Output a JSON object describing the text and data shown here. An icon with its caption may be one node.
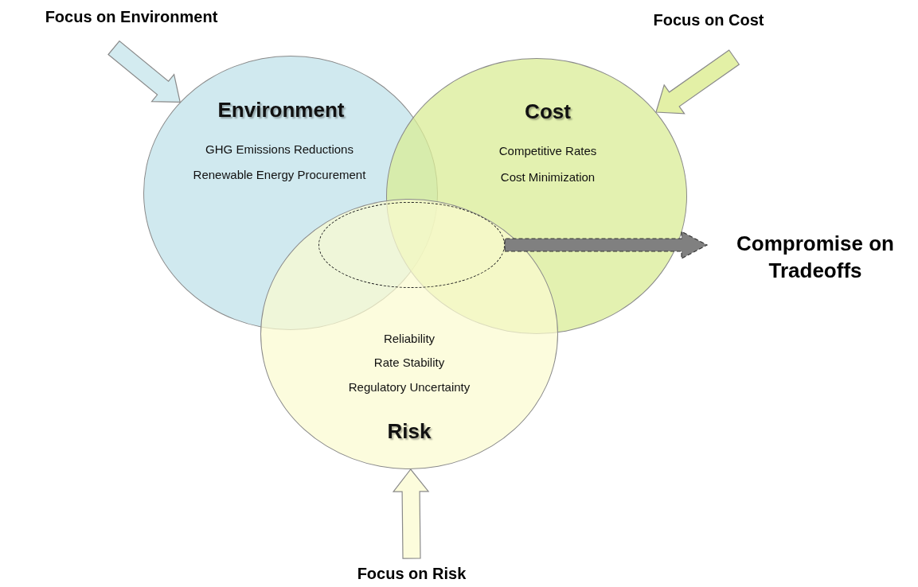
{
  "diagram": {
    "nodes": [
      {
        "text": [
          "Focus on Environment"
        ]
      },
      {
        "text": [
          "Environment",
          "GHG Emissions Reductions",
          "Renewable Energy Procurement"
        ]
      },
      {
        "text": [
          "Focus on Cost"
        ]
      },
      {
        "text": [
          "Cost",
          "Competitive Rates",
          "Cost Minimization"
        ]
      },
      {
        "text": [
          "Reliability",
          "Rate Stability",
          "Regulatory Uncertainty",
          "Risk"
        ]
      },
      {
        "text": [
          "Focus on Risk"
        ]
      },
      {
        "text": [],
        "shape": "ellipse",
        "in": 4
      },
      {
        "text": [
          "Compromise on Tradeoffs"
        ]
      }
    ],
    "edges": [
      {
        "from": 0,
        "to": 1,
        "arrow": "to",
        "color": "#d3ebf0"
      },
      {
        "from": 2,
        "to": 3,
        "arrow": "to",
        "color": "#e3f0a6"
      },
      {
        "from": 5,
        "to": 4,
        "arrow": "to",
        "color": "#fcfcdc"
      },
      {
        "from": 6,
        "to": 7,
        "arrow": "to",
        "style": "dashed",
        "color": "#808080"
      }
    ]
  }
}
